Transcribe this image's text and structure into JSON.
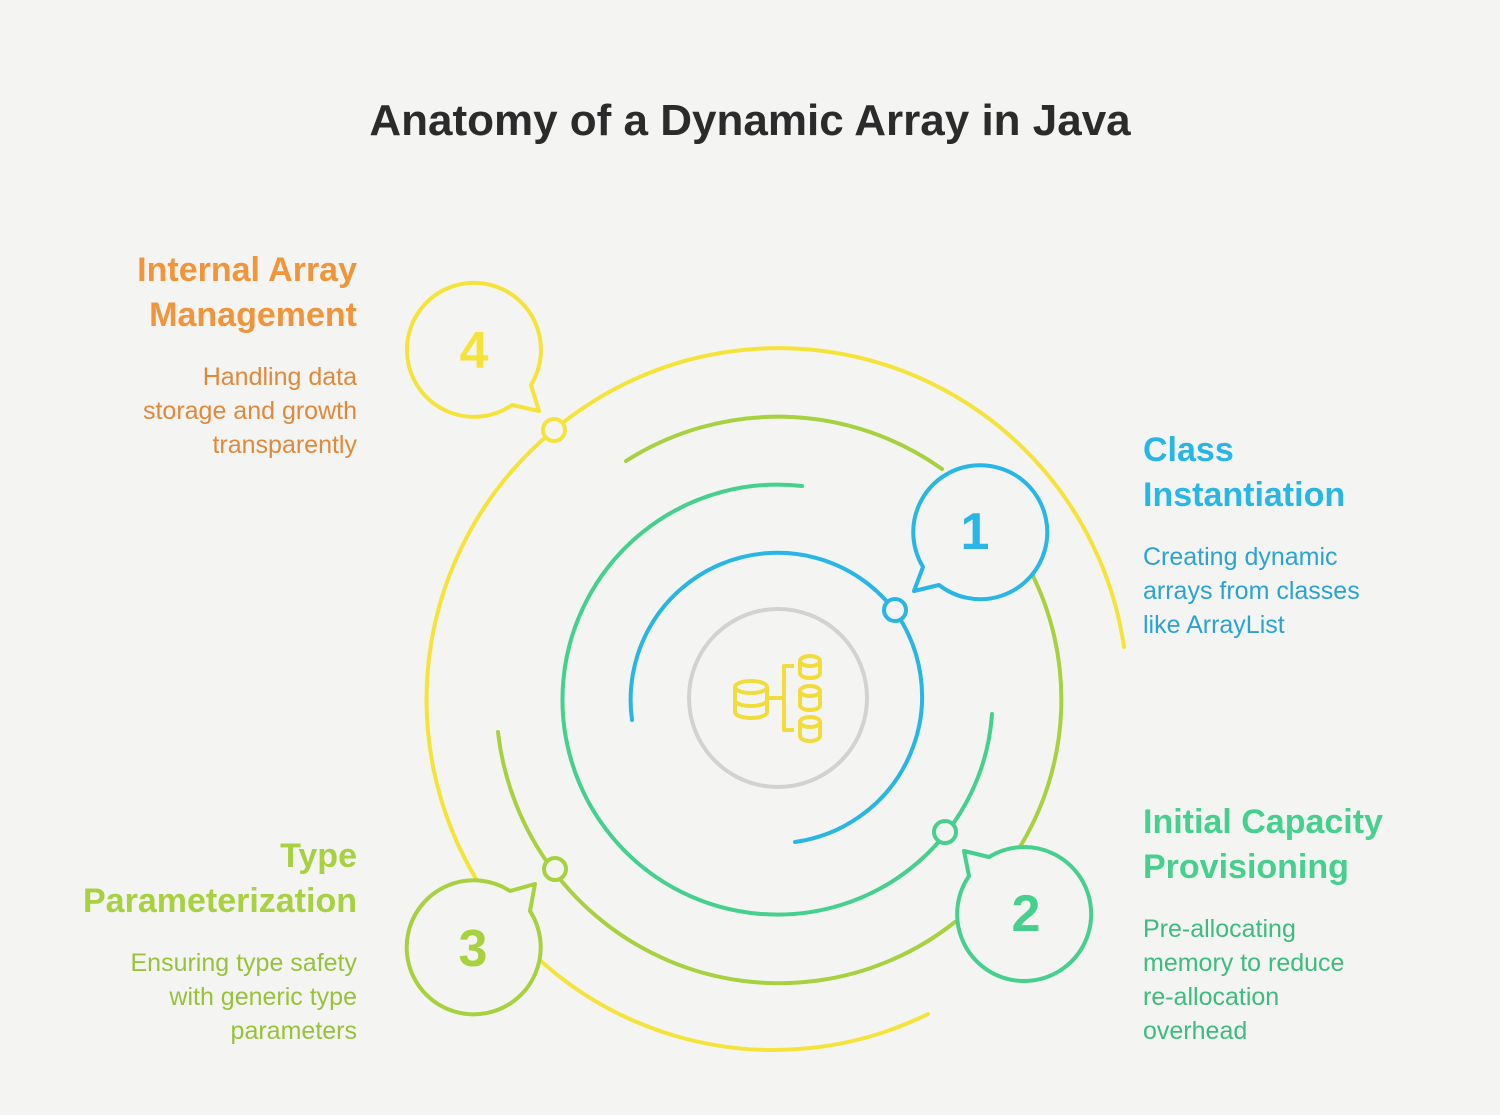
{
  "title": "Anatomy of a Dynamic Array in Java",
  "colors": {
    "yellow": "#f6e33a",
    "lime": "#a7d13f",
    "green": "#45d08d",
    "blue": "#27b6e6",
    "gray": "#d2d2d2",
    "orange": "#f0953a",
    "center_icon": "#f2dc3b"
  },
  "center": {
    "icon": "database-hierarchy-icon"
  },
  "steps": [
    {
      "number": "1",
      "heading_lines": [
        "Class",
        "Instantiation"
      ],
      "description_lines": [
        "Creating dynamic",
        "arrays from classes",
        "like ArrayList"
      ],
      "color": "#27b6e6"
    },
    {
      "number": "2",
      "heading_lines": [
        "Initial Capacity",
        "Provisioning"
      ],
      "description_lines": [
        "Pre-allocating",
        "memory to reduce",
        "re-allocation",
        "overhead"
      ],
      "color": "#45d08d"
    },
    {
      "number": "3",
      "heading_lines": [
        "Type",
        "Parameterization"
      ],
      "description_lines": [
        "Ensuring type safety",
        "with generic type",
        "parameters"
      ],
      "color": "#a7d13f"
    },
    {
      "number": "4",
      "heading_lines": [
        "Internal Array",
        "Management"
      ],
      "description_lines": [
        "Handling data",
        "storage and growth",
        "transparently"
      ],
      "color": "#f0953a"
    }
  ]
}
